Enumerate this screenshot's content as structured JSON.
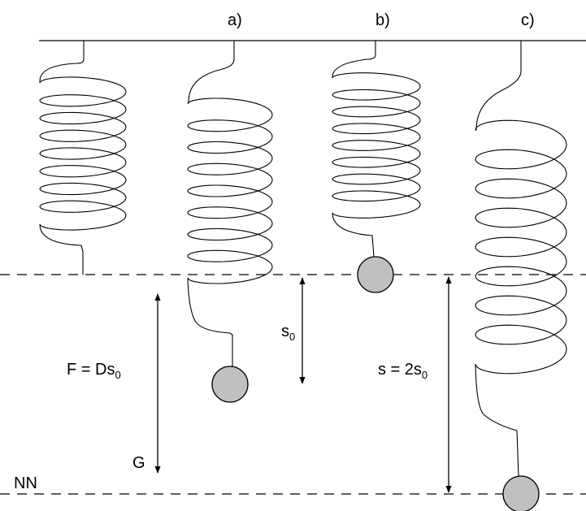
{
  "labels": {
    "a": "a)",
    "b": "b)",
    "c": "c)",
    "force_prefix": "F = Ds",
    "force_sub": "0",
    "s0_main": "s",
    "s0_sub": "0",
    "s_prefix": "s = 2s",
    "s_sub": "0",
    "g": "G",
    "nn": "NN"
  },
  "colors": {
    "line": "#000000",
    "mass_fill": "#c0c0c0",
    "background": "#ffffff"
  }
}
